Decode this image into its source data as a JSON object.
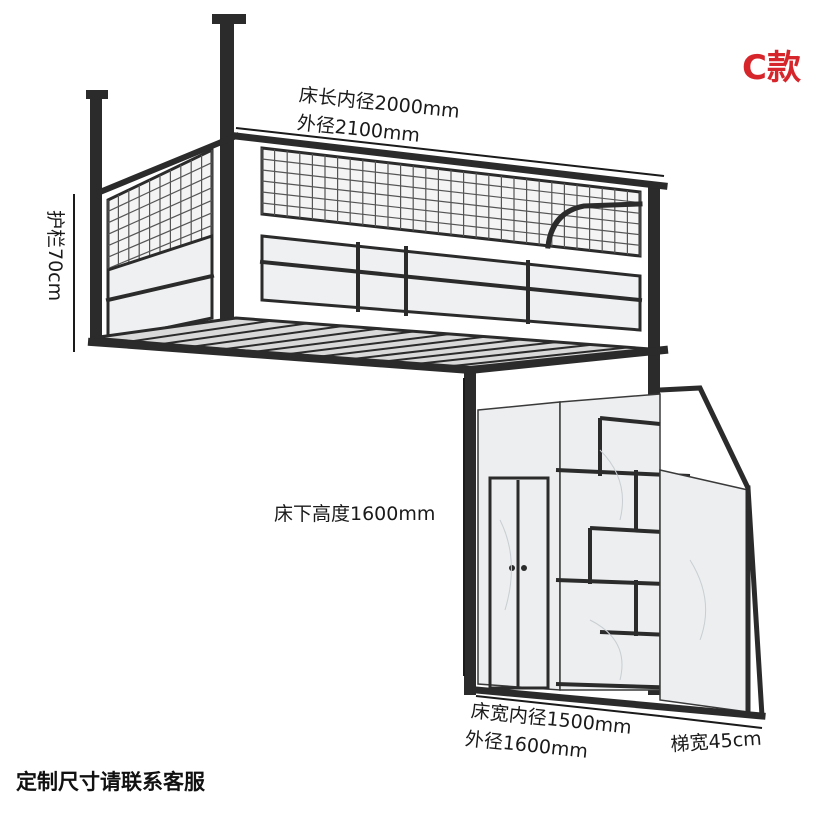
{
  "badge": {
    "text": "C款",
    "color": "#d7262b"
  },
  "labels": {
    "bed_length_inner": "床长内径2000mm",
    "bed_length_outer": "外径2100mm",
    "guardrail_height": "护栏70cm",
    "under_bed_height": "床下高度1600mm",
    "bed_width_inner": "床宽内径1500mm",
    "bed_width_outer": "外径1600mm",
    "stair_width": "梯宽45cm"
  },
  "footer": {
    "text": "定制尺寸请联系客服"
  },
  "colors": {
    "frame": "#2b2b2b",
    "panel": "#eceeef",
    "accent": "#d7262b"
  }
}
